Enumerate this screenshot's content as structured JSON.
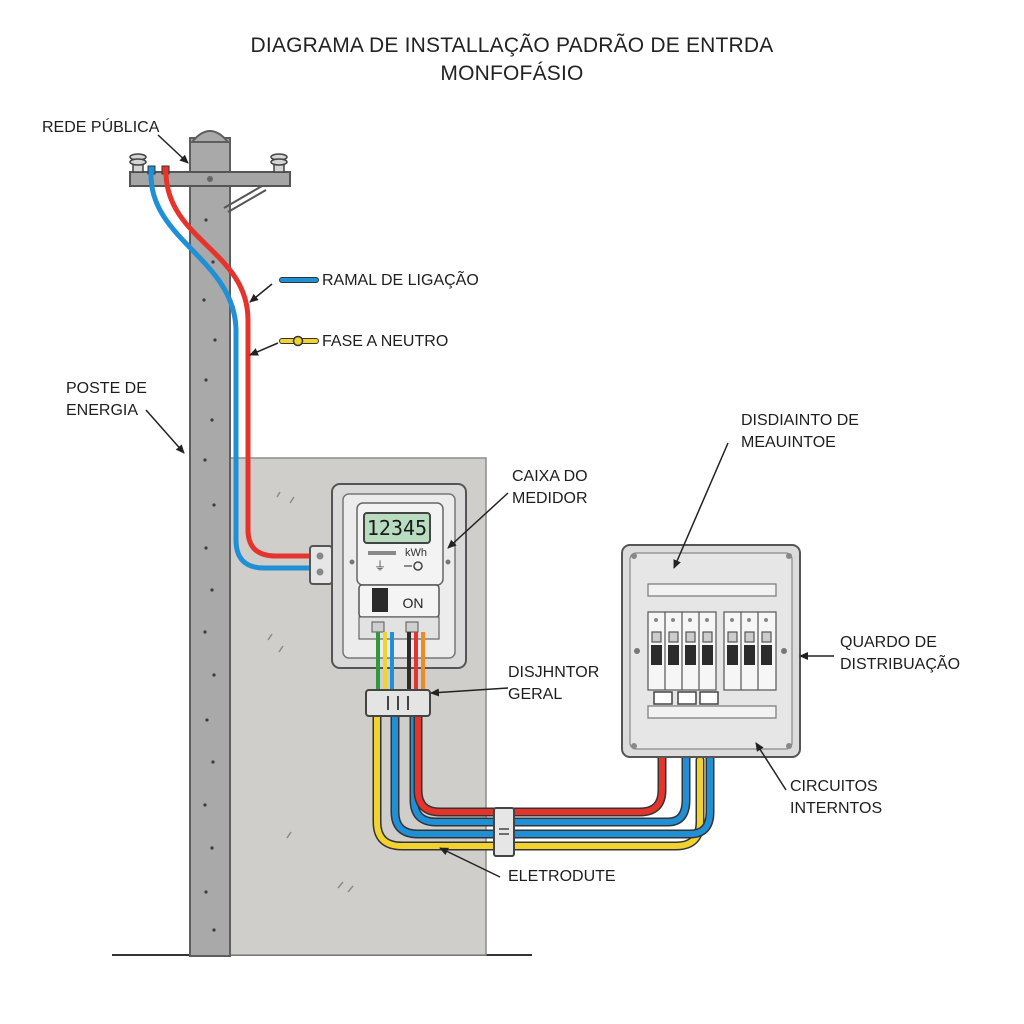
{
  "title": {
    "line1": "DIAGRAMA DE INSTALLAÇÃO PADRÃO DE ENTRDA",
    "line2": "MONFOFÁSIO"
  },
  "labels": {
    "rede_publica": "REDE PÚBLICA",
    "ramal": "RAMAL DE LIGAÇÃO",
    "fase_neutro": "FASE A NEUTRO",
    "poste_l1": "POSTE DE",
    "poste_l2": "ENERGIA",
    "caixa_l1": "CAIXA DO",
    "caixa_l2": "MEDIDOR",
    "disjuntor_med_l1": "DISDIAINTO DE",
    "disjuntor_med_l2": "MEAUINTOE",
    "quadro_l1": "QUARDO DE",
    "quadro_l2": "DISTRIBUAÇÃO",
    "disjuntor_geral_l1": "DISJHNTOR",
    "disjuntor_geral_l2": "GERAL",
    "circuitos_l1": "CIRCUITOS",
    "circuitos_l2": "INTERNTOS",
    "eletroduto": "ELETRODUTE"
  },
  "meter": {
    "reading": "12345",
    "unit": "kWh",
    "switch_state": "ON"
  },
  "colors": {
    "fase": "#e5342b",
    "neutro": "#1f8fd6",
    "terra": "#f2d22e",
    "verde": "#2e9a3c",
    "preto": "#2b2b2b",
    "laranja": "#f08a24",
    "pole": "#a9a9a9",
    "wall": "#cfcecb"
  }
}
